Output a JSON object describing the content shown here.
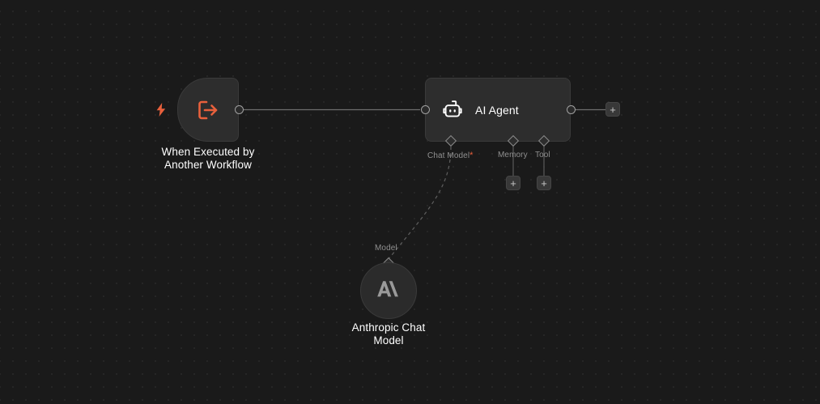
{
  "canvas": {
    "background_color": "#1a1a1a",
    "grid_dot_color": "#2a2a2a",
    "accent_color": "#e8603c",
    "node_fill": "#2d2d2d",
    "node_border": "#3a3a3a",
    "edge_color": "#6e6e6e",
    "label_color": "#8f8f8f",
    "text_color": "#ffffff"
  },
  "nodes": {
    "trigger": {
      "label_line1": "When Executed by",
      "label_line2": "Another Workflow",
      "icon": "execute-workflow-trigger-icon",
      "badge_icon": "lightning-bolt-icon"
    },
    "agent": {
      "title": "AI Agent",
      "icon": "robot-icon",
      "ports": [
        {
          "name": "chat-model",
          "label": "Chat Model",
          "required": true,
          "required_marker": "*",
          "has_connection": true
        },
        {
          "name": "memory",
          "label": "Memory",
          "required": false,
          "required_marker": "",
          "has_connection": false
        },
        {
          "name": "tool",
          "label": "Tool",
          "required": false,
          "required_marker": "",
          "has_connection": false
        }
      ]
    },
    "anthropic": {
      "label_line1": "Anthropic Chat",
      "label_line2": "Model",
      "port_label": "Model",
      "icon": "anthropic-logo-icon"
    }
  },
  "buttons": {
    "add_main": "+",
    "add_memory": "+",
    "add_tool": "+"
  }
}
